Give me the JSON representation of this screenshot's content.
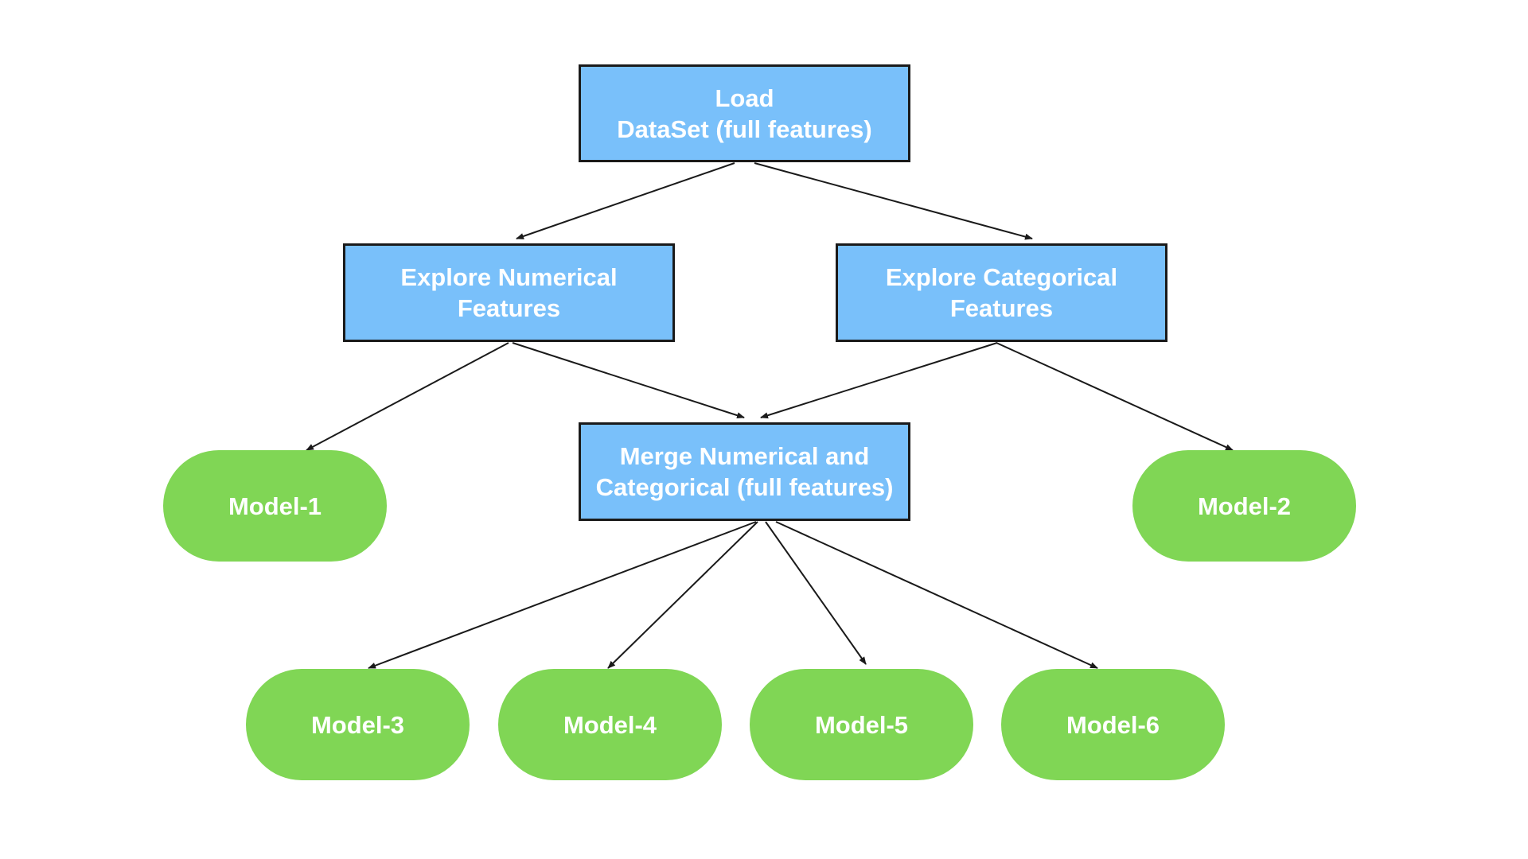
{
  "colors": {
    "process_fill": "#79c0fa",
    "terminal_fill": "#80d655",
    "stroke": "#1a1a1a",
    "text": "#ffffff"
  },
  "nodes": {
    "load": {
      "line1": "Load",
      "line2": "DataSet (full features)"
    },
    "explore_numerical": {
      "line1": "Explore Numerical",
      "line2": "Features"
    },
    "explore_categorical": {
      "line1": "Explore Categorical",
      "line2": "Features"
    },
    "merge": {
      "line1": "Merge Numerical and",
      "line2": "Categorical (full features)"
    },
    "model_1": {
      "label": "Model-1"
    },
    "model_2": {
      "label": "Model-2"
    },
    "model_3": {
      "label": "Model-3"
    },
    "model_4": {
      "label": "Model-4"
    },
    "model_5": {
      "label": "Model-5"
    },
    "model_6": {
      "label": "Model-6"
    }
  },
  "edges": [
    {
      "from": "load",
      "to": "explore_numerical"
    },
    {
      "from": "load",
      "to": "explore_categorical"
    },
    {
      "from": "explore_numerical",
      "to": "model_1"
    },
    {
      "from": "explore_numerical",
      "to": "merge"
    },
    {
      "from": "explore_categorical",
      "to": "merge"
    },
    {
      "from": "explore_categorical",
      "to": "model_2"
    },
    {
      "from": "merge",
      "to": "model_3"
    },
    {
      "from": "merge",
      "to": "model_4"
    },
    {
      "from": "merge",
      "to": "model_5"
    },
    {
      "from": "merge",
      "to": "model_6"
    }
  ]
}
